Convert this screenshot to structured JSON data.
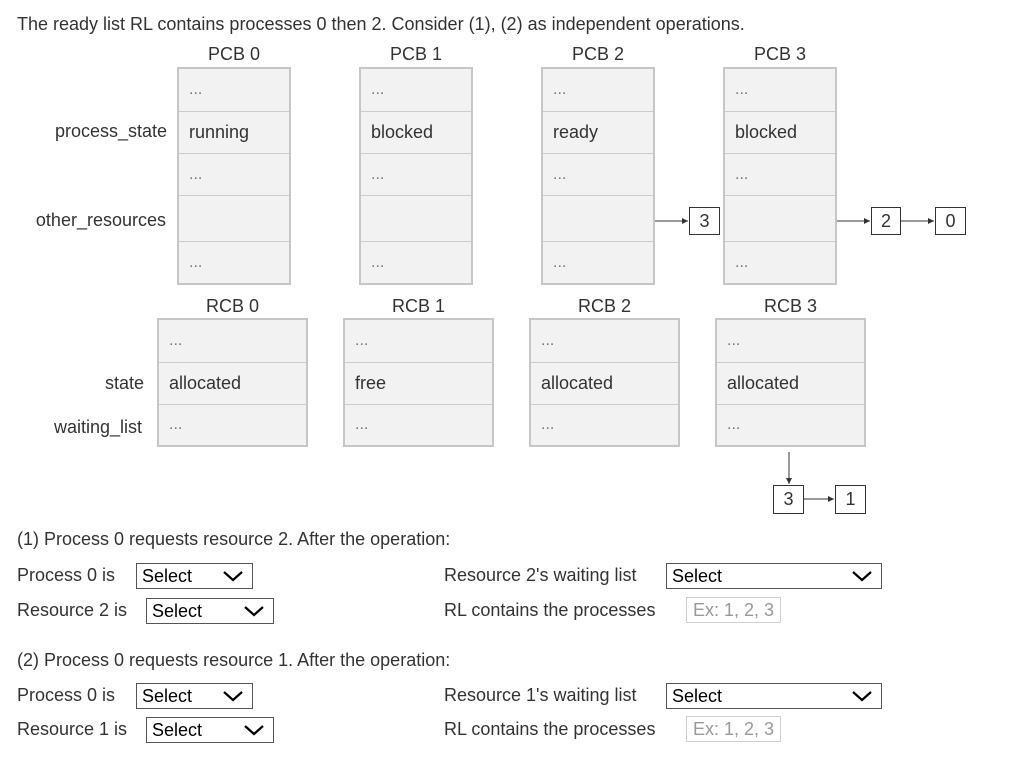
{
  "intro": "The ready list RL contains processes 0 then 2. Consider (1), (2) as independent operations.",
  "pcb_row_labels": [
    "process_state",
    "other_resources"
  ],
  "pcbs": [
    {
      "title": "PCB 0",
      "cells": [
        "...",
        "running",
        "...",
        "",
        "..."
      ]
    },
    {
      "title": "PCB 1",
      "cells": [
        "...",
        "blocked",
        "...",
        "",
        "..."
      ]
    },
    {
      "title": "PCB 2",
      "cells": [
        "...",
        "ready",
        "...",
        "",
        "..."
      ]
    },
    {
      "title": "PCB 3",
      "cells": [
        "...",
        "blocked",
        "...",
        "",
        "..."
      ]
    }
  ],
  "pcb2_other_resources_list": [
    "3"
  ],
  "pcb3_other_resources_list": [
    "2",
    "0"
  ],
  "rcb_row_labels": [
    "state",
    "waiting_list"
  ],
  "rcbs": [
    {
      "title": "RCB 0",
      "cells": [
        "...",
        "allocated",
        "..."
      ]
    },
    {
      "title": "RCB 1",
      "cells": [
        "...",
        "free",
        "..."
      ]
    },
    {
      "title": "RCB 2",
      "cells": [
        "...",
        "allocated",
        "..."
      ]
    },
    {
      "title": "RCB 3",
      "cells": [
        "...",
        "allocated",
        "..."
      ]
    }
  ],
  "rcb3_waiting_list": [
    "3",
    "1"
  ],
  "questions": [
    {
      "heading": "(1) Process 0 requests resource 2. After the operation:",
      "process_label": "Process 0 is",
      "process_select": "Select",
      "resource_label": "Resource 2 is",
      "resource_select": "Select",
      "waiting_label": "Resource 2's waiting list",
      "waiting_select": "Select",
      "rl_label": "RL contains the processes",
      "rl_placeholder": "Ex: 1, 2, 3"
    },
    {
      "heading": "(2) Process 0 requests resource 1. After the operation:",
      "process_label": "Process 0 is",
      "process_select": "Select",
      "resource_label": "Resource 1 is",
      "resource_select": "Select",
      "waiting_label": "Resource 1's waiting list",
      "waiting_select": "Select",
      "rl_label": "RL contains the processes",
      "rl_placeholder": "Ex: 1, 2, 3"
    }
  ]
}
